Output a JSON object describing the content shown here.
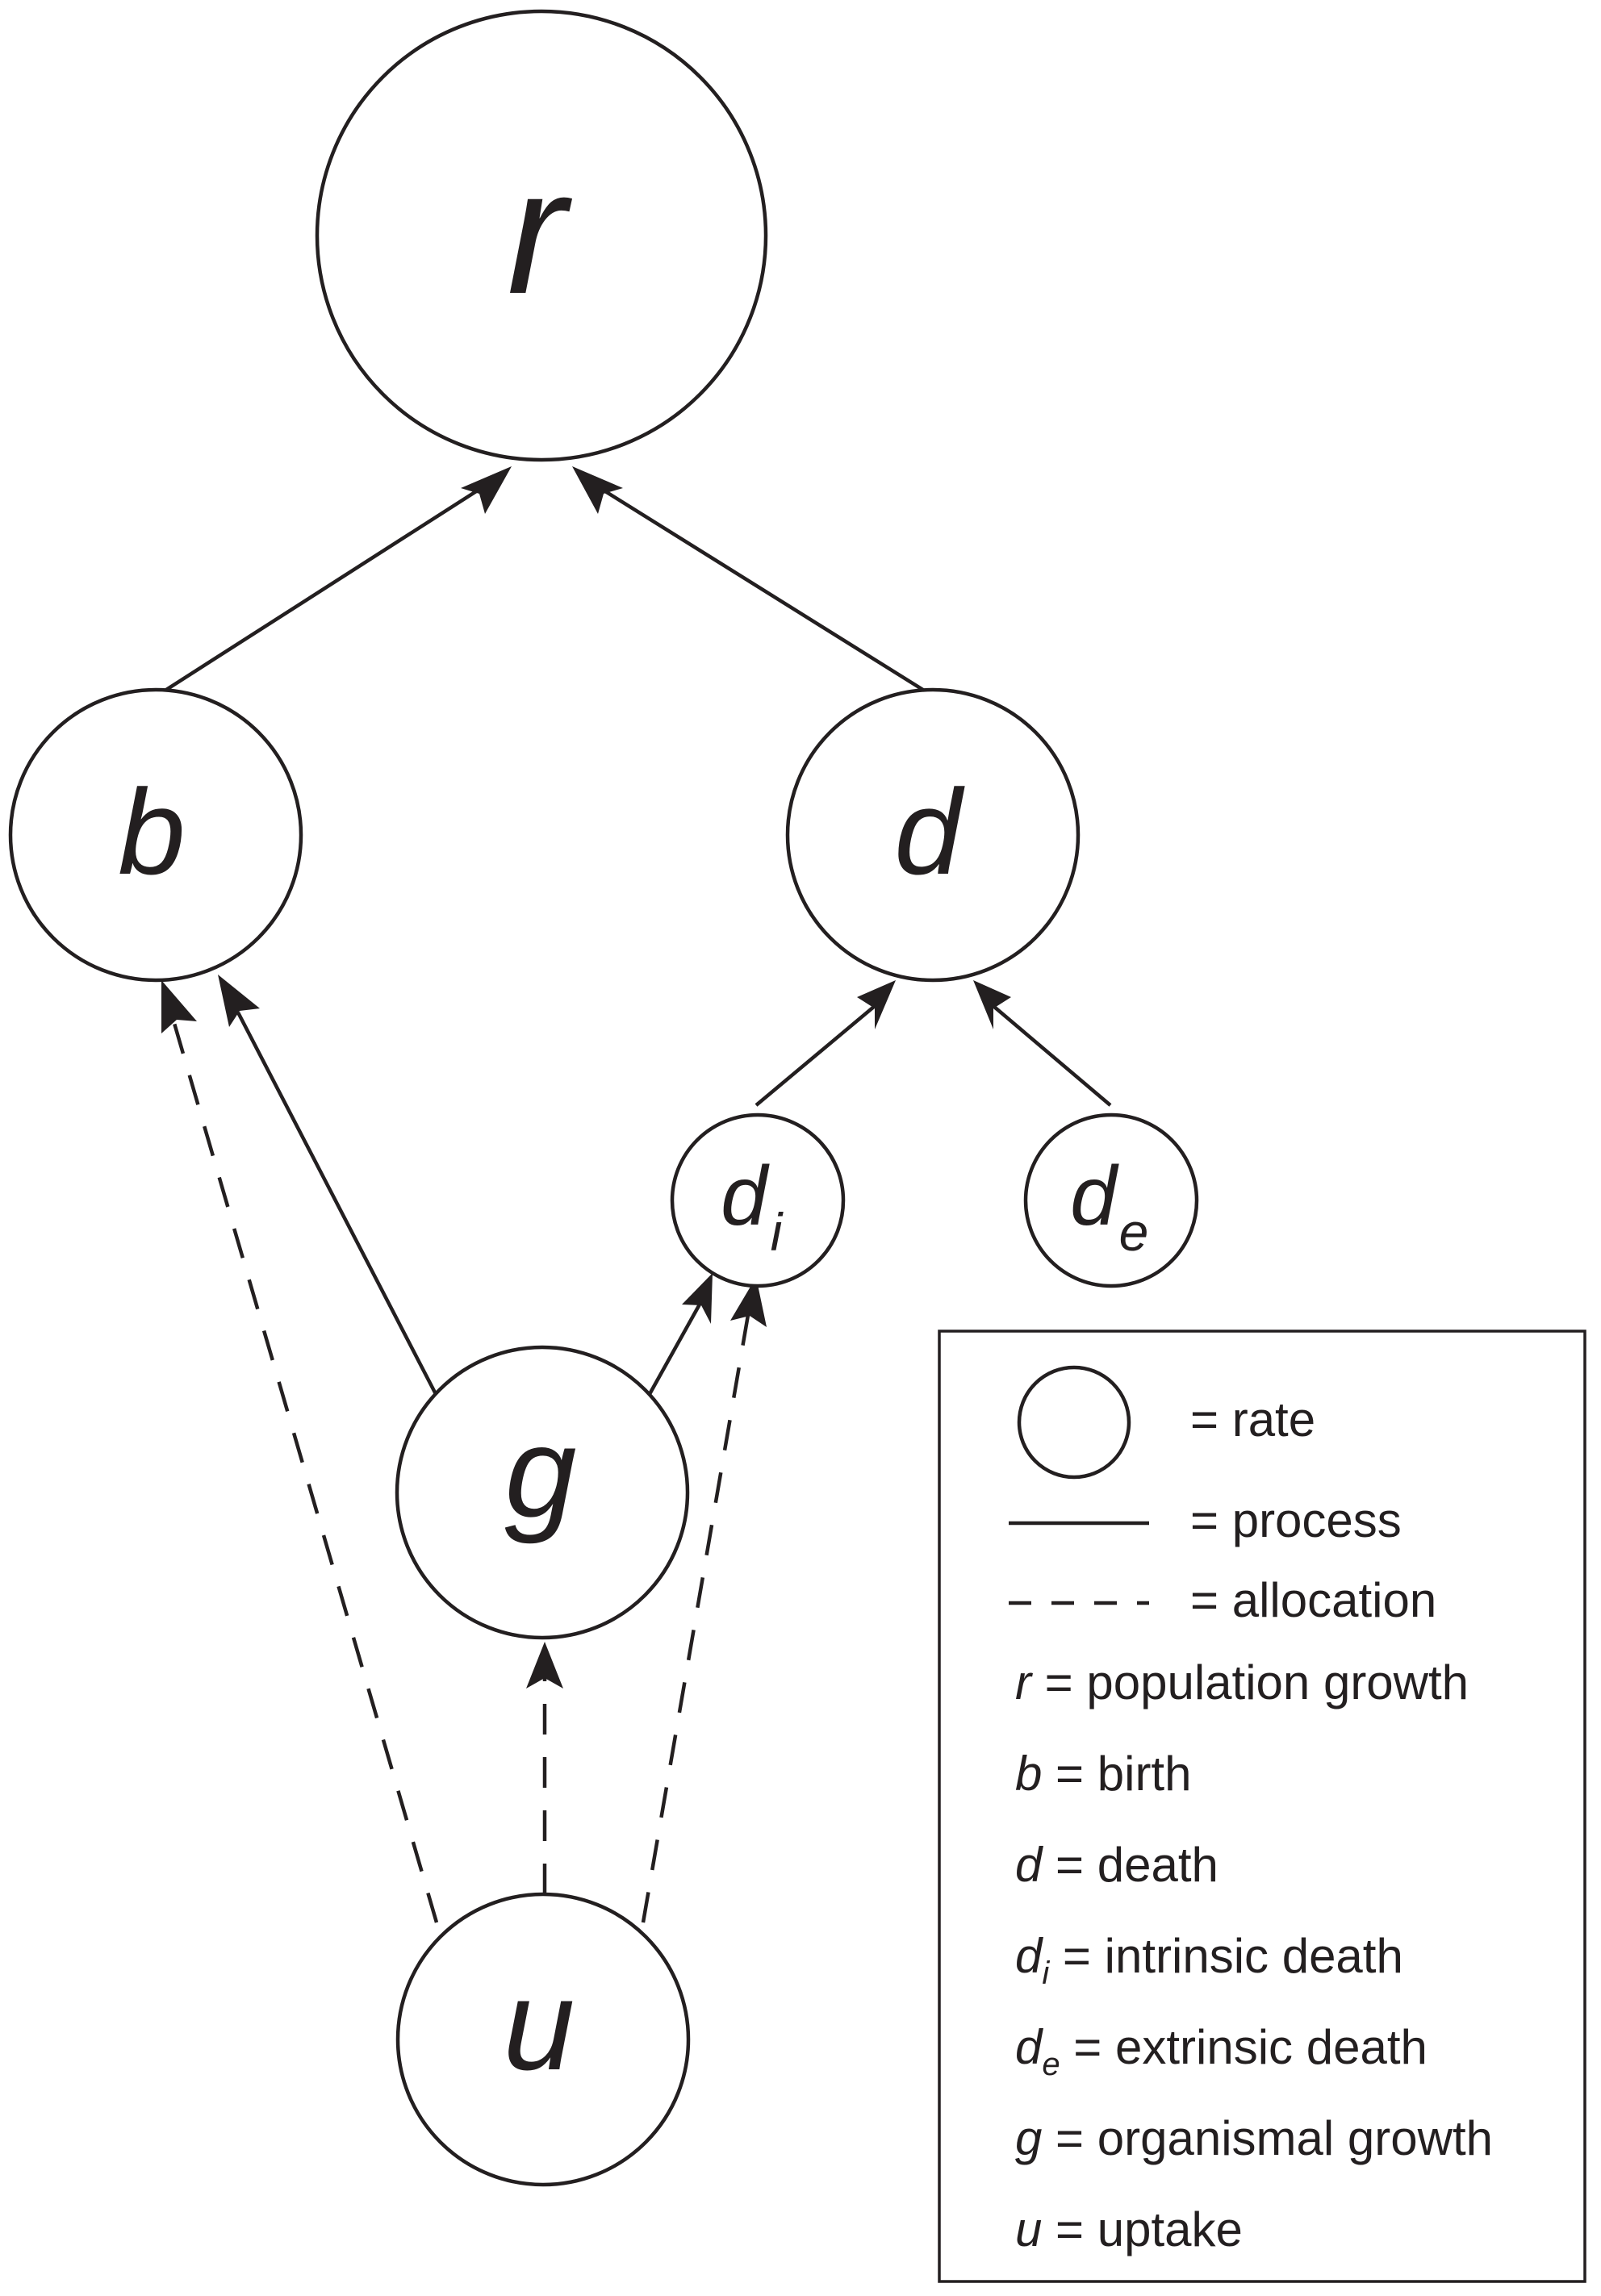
{
  "colors": {
    "ink": "#231f20",
    "background": "#ffffff"
  },
  "nodes": {
    "r": {
      "symbol": "r"
    },
    "b": {
      "symbol": "b"
    },
    "d": {
      "symbol": "d"
    },
    "di": {
      "symbol": "d",
      "subscript": "i"
    },
    "de": {
      "symbol": "d",
      "subscript": "e"
    },
    "g": {
      "symbol": "g"
    },
    "u": {
      "symbol": "u"
    }
  },
  "edges": [
    {
      "from": "b",
      "to": "r",
      "style": "solid"
    },
    {
      "from": "d",
      "to": "r",
      "style": "solid"
    },
    {
      "from": "g",
      "to": "b",
      "style": "solid"
    },
    {
      "from": "u",
      "to": "b",
      "style": "dashed"
    },
    {
      "from": "di",
      "to": "d",
      "style": "solid"
    },
    {
      "from": "de",
      "to": "d",
      "style": "solid"
    },
    {
      "from": "g",
      "to": "di",
      "style": "solid"
    },
    {
      "from": "u",
      "to": "di",
      "style": "dashed"
    },
    {
      "from": "u",
      "to": "g",
      "style": "dashed"
    }
  ],
  "legend": {
    "rate": "= rate",
    "process": "= process",
    "allocation": "= allocation",
    "definitions": [
      {
        "symbol": "r",
        "subscript": "",
        "text": "= population growth"
      },
      {
        "symbol": "b",
        "subscript": "",
        "text": "= birth"
      },
      {
        "symbol": "d",
        "subscript": "",
        "text": "= death"
      },
      {
        "symbol": "d",
        "subscript": "i",
        "text": "= intrinsic death"
      },
      {
        "symbol": "d",
        "subscript": "e",
        "text": "= extrinsic death"
      },
      {
        "symbol": "g",
        "subscript": "",
        "text": "= organismal growth"
      },
      {
        "symbol": "u",
        "subscript": "",
        "text": "= uptake"
      }
    ]
  }
}
